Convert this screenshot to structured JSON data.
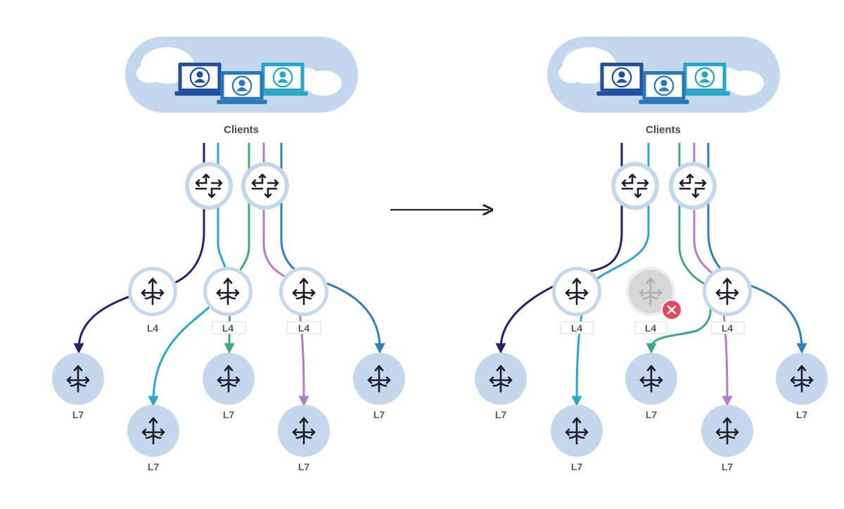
{
  "labels": {
    "clients": "Clients",
    "l4": "L4",
    "l7": "L7"
  },
  "colors": {
    "cloud": "#c3d8ee",
    "cloud_puff": "#ffffff",
    "node_fill": "#c5d7ec",
    "node_ring": "#ffffff",
    "node_border": "#bcd0e8",
    "arrow_glyph": "#1c1c2c",
    "failed_fill": "#d7d7d7",
    "failed_glyph": "#b3b3b3",
    "error_badge": "#e5485e",
    "flow_navy": "#232366",
    "flow_cyan": "#27a8cc",
    "flow_green": "#3da882",
    "flow_purple": "#b77cc4",
    "flow_blue": "#2f7fb8",
    "transition_arrow": "#222222"
  },
  "icons": {
    "client": "laptop-user-icon",
    "router": "router-icon",
    "load_balancer": "load-balancer-icon",
    "failure": "error-x-icon"
  },
  "scenarios": [
    {
      "name": "before",
      "failed_l4": null
    },
    {
      "name": "after",
      "failed_l4": "middle"
    }
  ]
}
